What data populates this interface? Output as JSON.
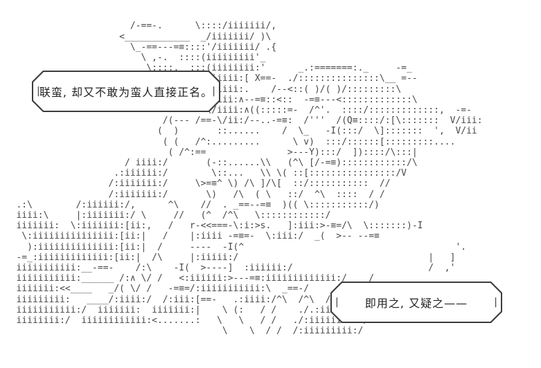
{
  "scene": {
    "background_color": "#ffffff",
    "art_color": "#484848",
    "bubble_border_color": "#3c3c3c",
    "bubble_text_color": "#222222"
  },
  "bubbles": {
    "left": {
      "text": "联蛮, 却又不敢为蛮人直接正名。",
      "bar": "|"
    },
    "right": {
      "text": "即用之, 又疑之——",
      "bar": "|"
    }
  },
  "ascii_art": {
    "lines": [
      "",
      "",
      "                        /-==-.      \\::::/iiiiiii/,",
      "                      <____________  _/iiiiiii/ )\\",
      "                        \\_-==---=≡::::'/iiiiiii/ .{",
      "                          \\ ,-.  ::::(iiiiiiiii'_",
      "                           \\::::.  :::(iiiiiiii:'      _.:=======:._     -=_",
      "                                  :', iiiiii:[ X==-  ./:::::::::::::::\\__ =--",
      "                                    '. /iiii:.    /--<::( )/( )/:::::::::\\",
      "                                     \\/iiii:∧--=≡::<::  -=≡---<:::::::::::::\\",
      "                                      \\/iiii:∧((:::::=-  /^'.  ::::/:::::::::::::,  -=-",
      "                              /(--- /==-\\/ii:/--..-=≡:  /'''  /(Q≡::::/:[\\:::::::  V/iii:",
      "                             (  )       ::......    /  \\_   -I(:::/  \\]:::::::  ',  V/ii",
      "                              ( (   /^:.........      \\ v)  :::/::::::[:::::::::....",
      "                               ( /^:==               >---Y):::/  ])::::/\\:::|",
      "                       / iiii:/       (-::......\\\\   (^\\ [/-=≡)::::::::::::/\\",
      "                     .:iiiiii:/        \\::...   \\\\ \\( ::[::::::::::::::::/V",
      "                    /:iiiiiii:/     \\>=≡^ \\) /\\ ]/\\[  ::/:::::::::::  //",
      "                    /:iiiiiii:/       \\)   /\\  ( \\   ::/  ^\\  ::::  / /",
      "   .:\\        /:iiiiii:/,      ^\\    //  . _==--=≡  )(( \\:::::::::::/)",
      "   iiii:\\     |:iiiiiii:/ \\     //   (^  /^\\   \\::::::::::::/",
      "   iiiiiii:  \\:iiiiiii:[ii:,   /   r-<<===-\\:i:>s.   ]:iii:>-≡=/\\  \\:::::::)-I",
      "    \\:iiiiiiiiiiiiiii:[ii:|   /    |:iiii -=≡=-  \\:iii:/  _(  >-- --=≡",
      "     ):iiiiiiiiiiiiii:[ii:|  /     ----  -I(^                                       '.",
      "   -=_:iiiiiiiiiiiii:[ii:|  /\\     |:iiiii:/                                   |   ]",
      "   iiiiiiiiiii:__-==-    /:\\    -I(  >----]  :iiiiii:/                         /  ,'",
      "   iiiiiiiiiii:______ /:∧ \\/ /   <:iiiiii:>---=≡:iiiiiiiiiiiii:/    /",
      "   iiiiiii:<<____   _/( \\/ /   -=≡=/:iiiiiiiiiii:\\  _==-/",
      "   iiiiiiiii:   ____/:iiii:/  /:iii:[==-   .:iiii:/^\\  /^\\  /",
      "   iiiiiiiiiii:/  iiiiiii:  iiiiiii:|    \\ (:   / /    ./.:iii:",
      "   iiiiiiii:/  iiiiiiiiiiii:<.......:   \\   \\   / /   ./:iiiiiiiii:/",
      "                                         \\    \\  / /  /:iiiiiiiii:/",
      "",
      "",
      ""
    ]
  }
}
